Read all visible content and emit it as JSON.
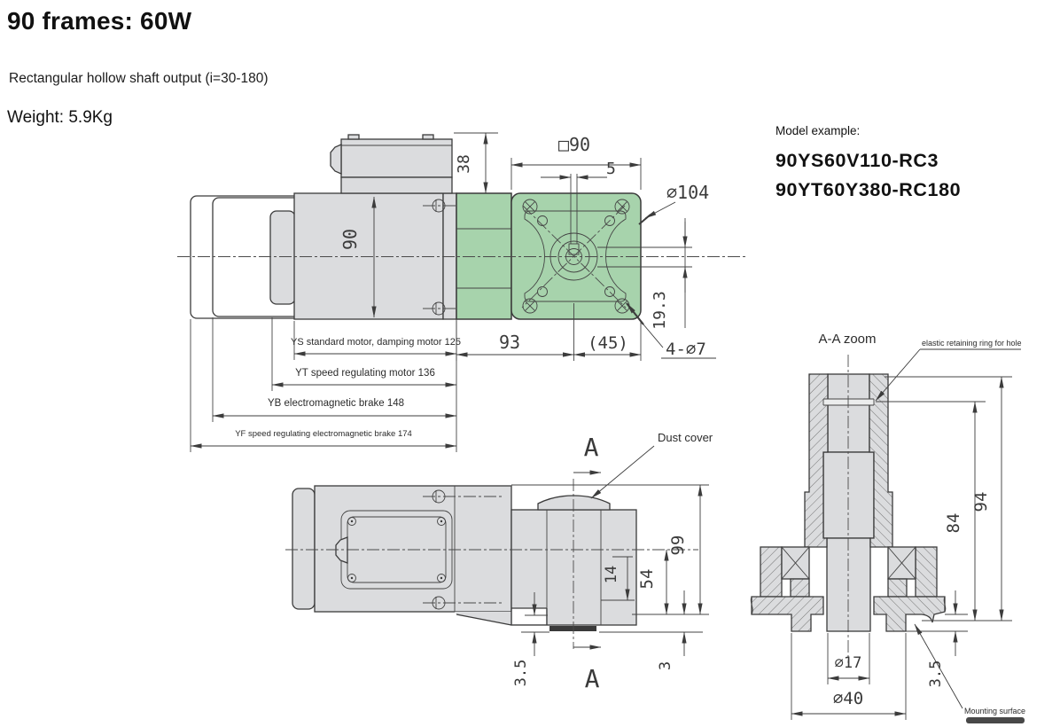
{
  "header": {
    "title": "90 frames: 60W",
    "subtitle": "Rectangular hollow shaft output (i=30-180)",
    "weight": "Weight: 5.9Kg"
  },
  "model_example": {
    "label": "Model example:",
    "models": [
      "90YS60V110-RC3",
      "90YT60Y380-RC180"
    ]
  },
  "front_view": {
    "dim_terminal_box_height": "38",
    "dim_motor_diameter": "90",
    "dim_flange_square": "□90",
    "dim_shaft_slot": "5",
    "dim_flange_circle": "∅104",
    "dim_shaft_offset": "19.3",
    "dim_gearbox_length": "93",
    "dim_flange_depth": "(45)",
    "dim_mounting_holes": "4-∅7",
    "motor_lengths": [
      "YS standard motor, damping motor 125",
      "YT speed regulating motor 136",
      "YB electromagnetic brake 148",
      "YF speed regulating electromagnetic brake 174"
    ]
  },
  "top_view": {
    "dust_cover_label": "Dust cover",
    "section_mark": "A",
    "dim_boss_height": "14",
    "dim_center_height": "54",
    "dim_total_height": "99",
    "dim_step": "3.5",
    "dim_shaft_protrusion": "3"
  },
  "section_view": {
    "title": "A-A zoom",
    "ring_label": "elastic retaining ring for hole",
    "dim_ring_depth": "84",
    "dim_total_length": "94",
    "dim_bore": "∅17",
    "dim_hub": "∅40",
    "dim_step": "3.5",
    "mounting_label": "Mounting surface"
  }
}
